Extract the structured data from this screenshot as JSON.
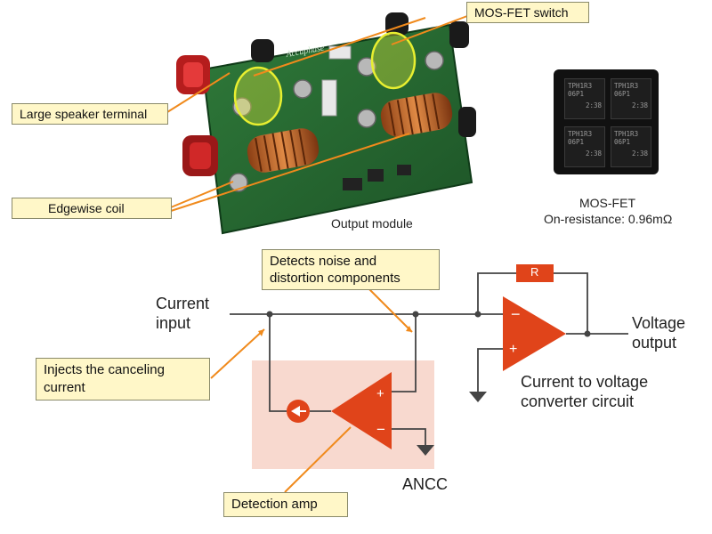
{
  "photo_section": {
    "callouts": {
      "mosfet_switch": "MOS-FET switch",
      "speaker_terminal": "Large speaker terminal",
      "edgewise_coil": "Edgewise coil"
    },
    "captions": {
      "output_module": "Output module",
      "mosfet_title": "MOS-FET",
      "mosfet_resistance": "On-resistance: 0.96mΩ"
    },
    "brand_on_board": "Accuphase",
    "chip_markings": [
      {
        "line1": "TPH1R3",
        "line2": "06P1",
        "line3": "2:38"
      },
      {
        "line1": "TPH1R3",
        "line2": "06P1",
        "line3": "2:38"
      },
      {
        "line1": "TPH1R3",
        "line2": "06P1",
        "line3": "2:38"
      },
      {
        "line1": "TPH1R3",
        "line2": "06P1",
        "line3": "2:38"
      }
    ]
  },
  "circuit": {
    "current_input": "Current\ninput",
    "voltage_output": "Voltage\noutput",
    "converter_label": "Current to voltage\nconverter circuit",
    "resistor_label": "R",
    "ancc_label": "ANCC",
    "callouts": {
      "detects_noise": "Detects noise and\ndistortion components",
      "injects_current": "Injects the canceling\ncurrent",
      "detection_amp": "Detection amp"
    },
    "colors": {
      "amp_fill": "#e0441a",
      "ancc_box": "#f8d9cf",
      "callout_fill": "#fff7c8",
      "arrow_orange": "#f08a1c",
      "wire": "#444444"
    }
  }
}
